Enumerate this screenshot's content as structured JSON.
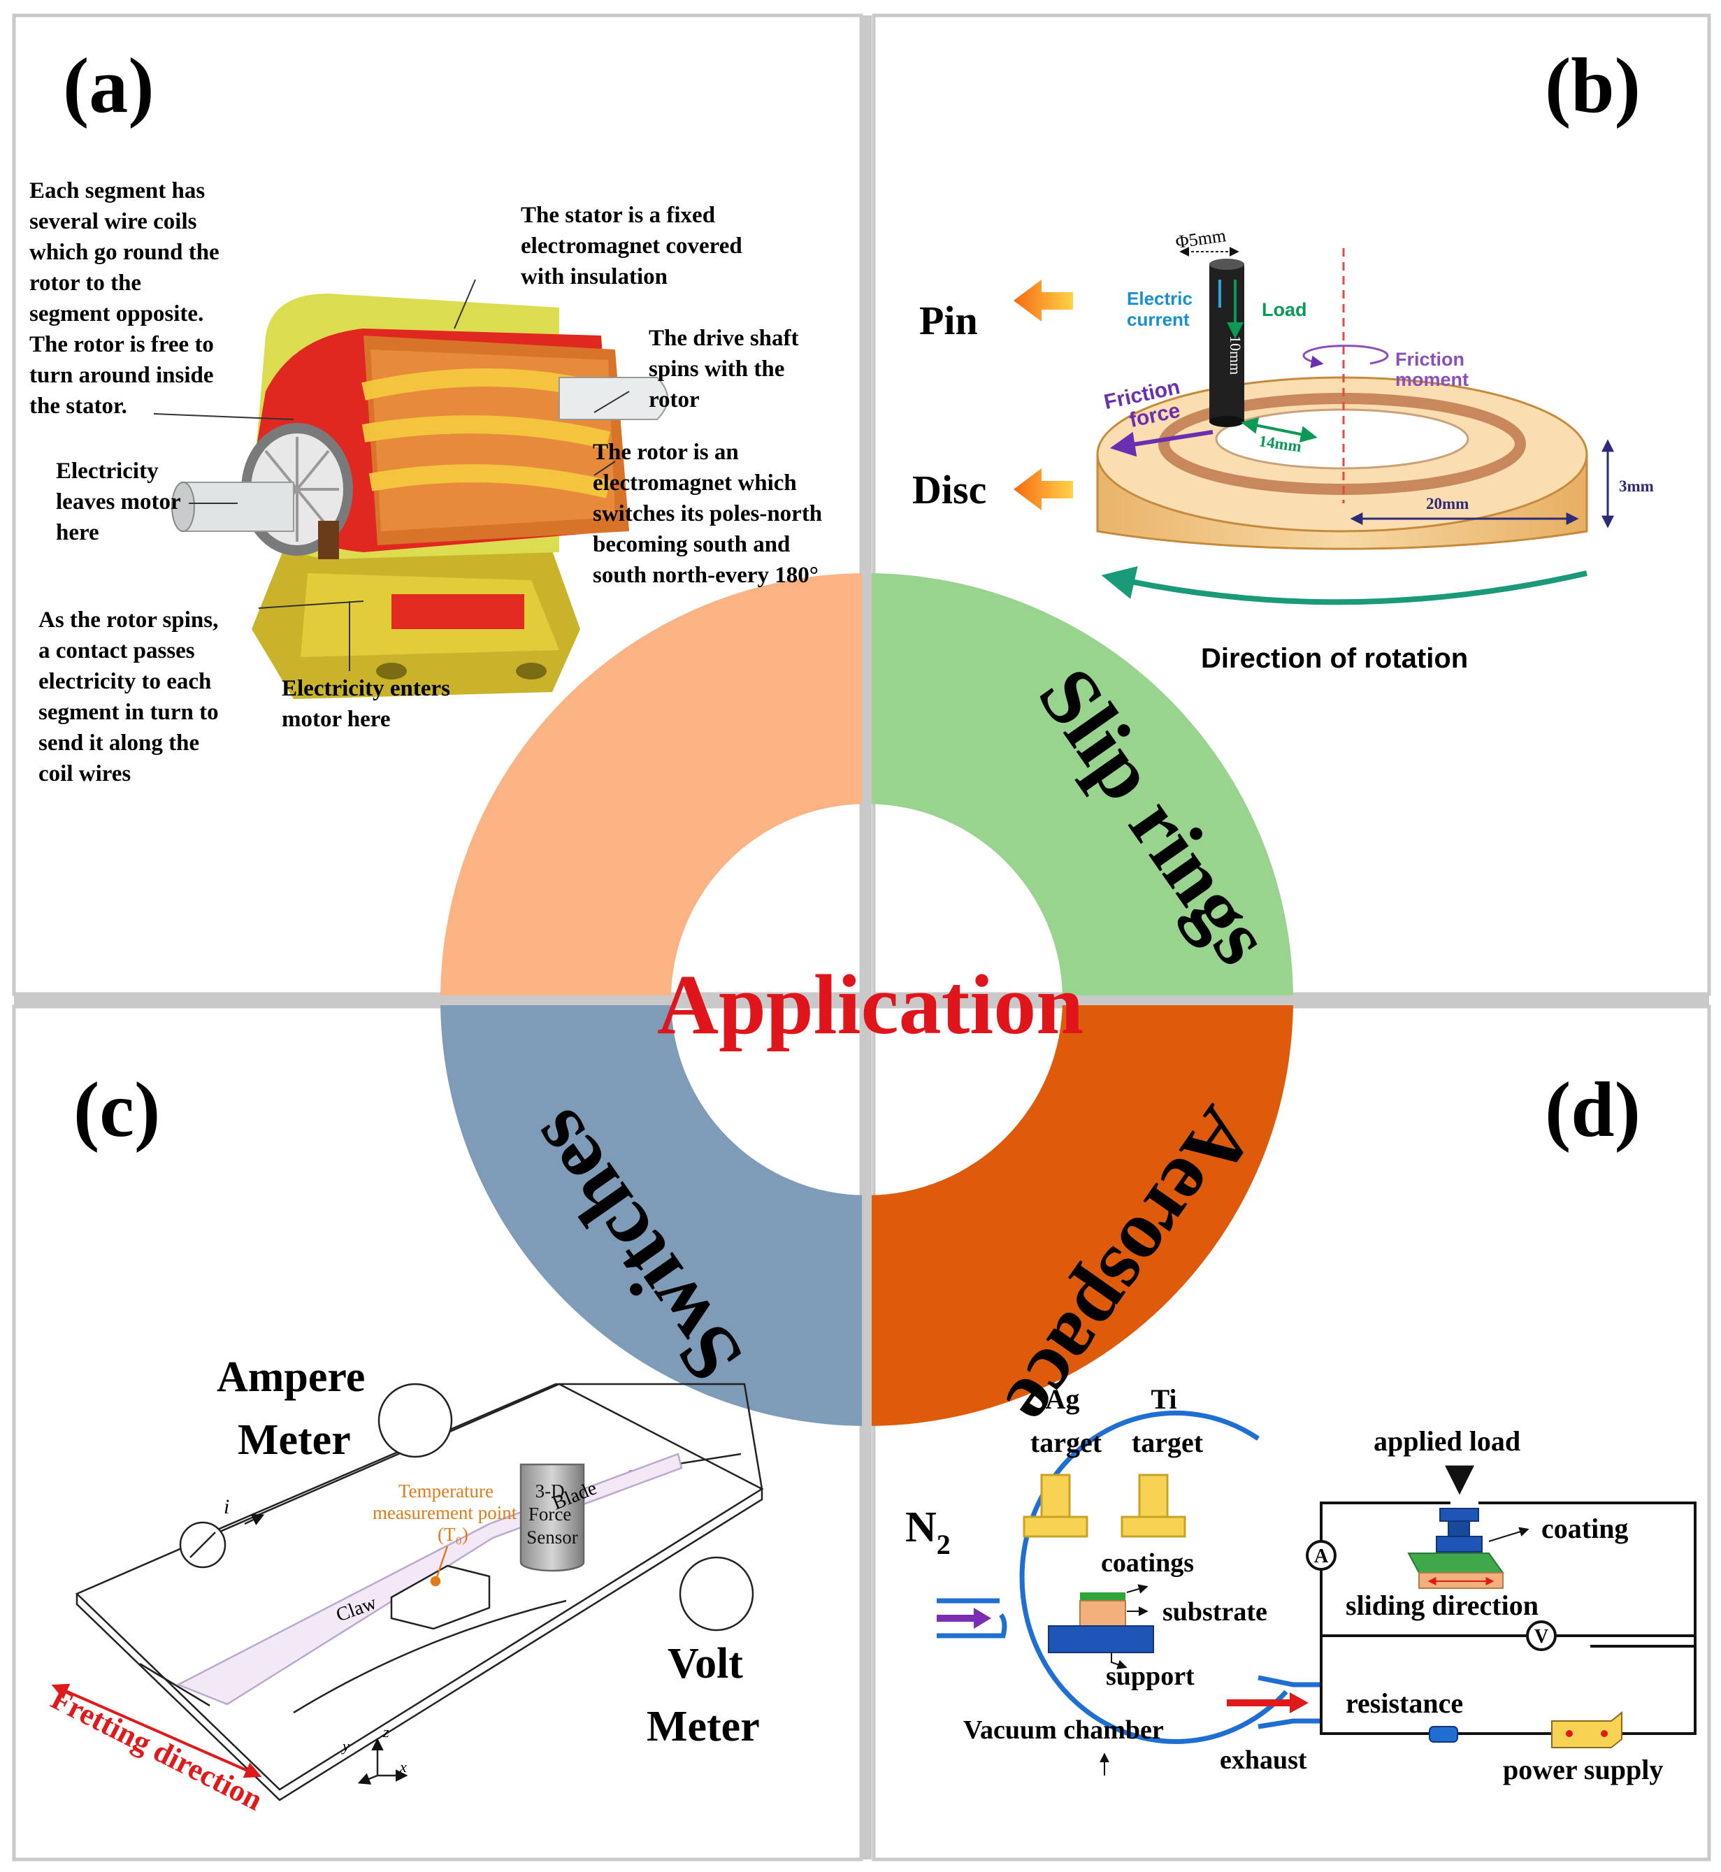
{
  "panel_labels": {
    "a": "(a)",
    "b": "(b)",
    "c": "(c)",
    "d": "(d)"
  },
  "center": {
    "title": "Application",
    "sectors": [
      {
        "label": "",
        "color": "#FBB384"
      },
      {
        "label": "Slip rings",
        "color": "#98D48E"
      },
      {
        "label": "Switches",
        "color": "#7E9BB8"
      },
      {
        "label": "Aerospace",
        "color": "#DE5B0C"
      }
    ],
    "title_color": "#E0141B"
  },
  "panel_a": {
    "note_segment": [
      "Each segment has",
      "several wire coils",
      "which go round the",
      "rotor to the",
      "segment opposite.",
      "The rotor is free to",
      "turn around inside",
      "the stator."
    ],
    "note_stator": [
      "The stator is a fixed",
      "electromagnet covered",
      "with insulation"
    ],
    "note_shaft": [
      "The drive shaft",
      "spins with the",
      "rotor"
    ],
    "note_rotor": [
      "The rotor is an",
      "electromagnet which",
      "switches its poles-north",
      "becoming south and",
      "south north-every 180°"
    ],
    "note_leaves": [
      "Electricity",
      "leaves motor",
      "here"
    ],
    "note_contact": [
      "As the rotor spins,",
      "a contact passes",
      "electricity to each",
      "segment in turn to",
      "send it along the",
      "coil wires"
    ],
    "note_enters": [
      "Electricity enters",
      "motor here"
    ]
  },
  "panel_b": {
    "pin": "Pin",
    "disc": "Disc",
    "diameter": "Φ5mm",
    "electric_current": [
      "Electric",
      "current"
    ],
    "load": "Load",
    "pin_length": "10mm",
    "friction_moment": [
      "Friction",
      "moment"
    ],
    "friction_force": [
      "Friction",
      "force"
    ],
    "radius_inner": "14mm",
    "radius_outer": "20mm",
    "thickness": "3mm",
    "rotation": "Direction of rotation"
  },
  "panel_c": {
    "ampere_meter": [
      "Ampere",
      "Meter"
    ],
    "volt_meter": [
      "Volt",
      "Meter"
    ],
    "current_symbol": "i",
    "temperature": [
      "Temperature",
      "measurement point",
      "(T₀)"
    ],
    "blade": "Blade",
    "claw": "Claw",
    "sensor": [
      "3-D",
      "Force",
      "Sensor"
    ],
    "fretting": "Fretting direction",
    "axes": [
      "y",
      "z",
      "x"
    ]
  },
  "panel_d": {
    "ag_target": [
      "Ag",
      "target"
    ],
    "ti_target": [
      "Ti",
      "target"
    ],
    "n2": "N",
    "n2_sub": "2",
    "coatings": "coatings",
    "substrate": "substrate",
    "support": "support",
    "vacuum": "Vacuum chamber",
    "exhaust": "exhaust",
    "applied_load": "applied load",
    "coating": "coating",
    "sliding": "sliding direction",
    "ammeter": "A",
    "voltmeter": "V",
    "resistance": "resistance",
    "power_supply": "power supply"
  }
}
